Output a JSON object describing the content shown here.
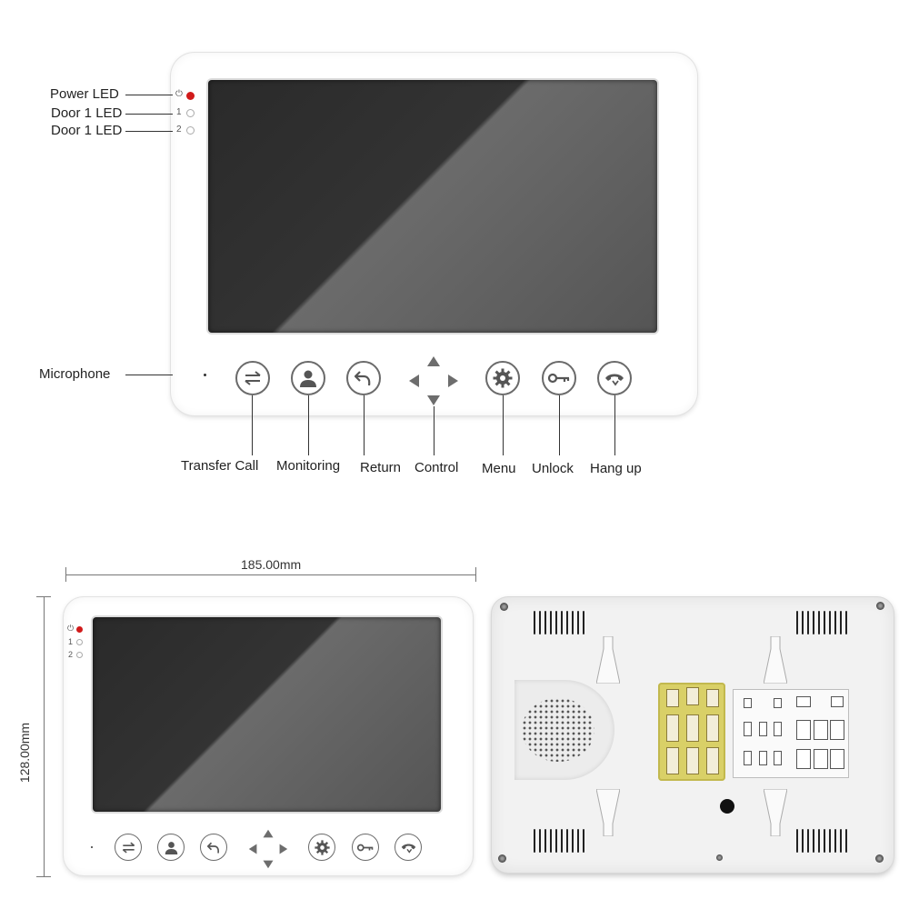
{
  "callouts": {
    "power_led": "Power LED",
    "door1_led_a": "Door 1 LED",
    "door1_led_b": "Door 1 LED",
    "microphone": "Microphone",
    "transfer_call": "Transfer Call",
    "monitoring": "Monitoring",
    "return": "Return",
    "control": "Control",
    "menu": "Menu",
    "unlock": "Unlock",
    "hang_up": "Hang up"
  },
  "led_marks": {
    "one": "1",
    "two": "2"
  },
  "dimensions": {
    "width": "185.00mm",
    "height": "128.00mm"
  },
  "colors": {
    "power_led": "#d11a1a",
    "button_stroke": "#6a6a6a",
    "screen": "#333333"
  },
  "buttons": [
    "swap-arrows-icon",
    "user-icon",
    "return-arrow-icon",
    "direction-pad-icon",
    "gear-icon",
    "key-icon",
    "phone-hangup-icon"
  ]
}
